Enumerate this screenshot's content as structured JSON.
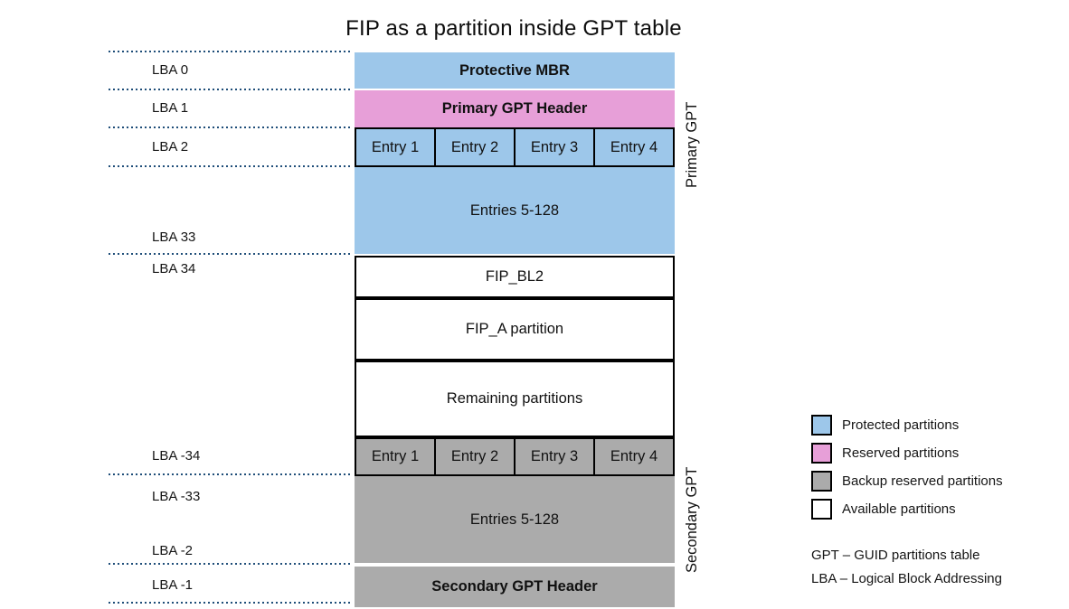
{
  "title": "FIP as a partition inside GPT table",
  "colors": {
    "protected": "#9DC7EA",
    "reserved": "#E79FD8",
    "backup": "#ABABAB",
    "available": "#FFFFFF",
    "dotted_line": "#1F4E79",
    "border": "#000000"
  },
  "lba": {
    "l0": "LBA 0",
    "l1": "LBA 1",
    "l2": "LBA 2",
    "l33": "LBA 33",
    "l34": "LBA 34",
    "lm34": "LBA -34",
    "lm33": "LBA -33",
    "lm2": "LBA -2",
    "lm1": "LBA -1"
  },
  "blocks": {
    "protective_mbr": "Protective MBR",
    "primary_gpt_header": "Primary GPT Header",
    "primary_entries_5_128": "Entries 5-128",
    "fip_bl2": "FIP_BL2",
    "fip_a_partition": "FIP_A partition",
    "remaining_partitions": "Remaining partitions",
    "secondary_entries_5_128": "Entries 5-128",
    "secondary_gpt_header": "Secondary GPT Header"
  },
  "primary_entries": {
    "e1": "Entry 1",
    "e2": "Entry 2",
    "e3": "Entry 3",
    "e4": "Entry 4"
  },
  "secondary_entries": {
    "e1": "Entry 1",
    "e2": "Entry 2",
    "e3": "Entry 3",
    "e4": "Entry 4"
  },
  "side_labels": {
    "primary": "Primary GPT",
    "secondary": "Secondary GPT"
  },
  "legend": {
    "items": [
      {
        "label": "Protected partitions",
        "color": "#9DC7EA"
      },
      {
        "label": "Reserved partitions",
        "color": "#E79FD8"
      },
      {
        "label": "Backup reserved partitions",
        "color": "#ABABAB"
      },
      {
        "label": "Available partitions",
        "color": "#FFFFFF"
      }
    ]
  },
  "notes": {
    "gpt": "GPT – GUID partitions table",
    "lba": "LBA – Logical Block Addressing"
  }
}
